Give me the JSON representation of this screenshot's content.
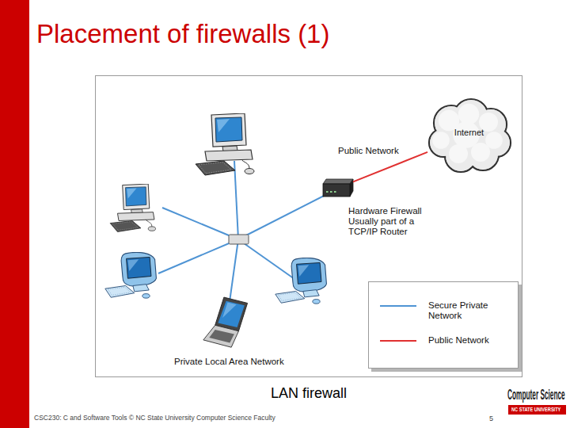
{
  "diagram": {
    "title": "Placement of firewalls (1)",
    "caption": "LAN firewall",
    "nodes": [
      {
        "text": [
          "Internet"
        ]
      },
      {
        "text": [
          "Hardware Firewall Usually part of a TCP/IP Router"
        ]
      }
    ],
    "edges": [
      {
        "from": 0,
        "to": 1,
        "arrow": "none",
        "label": "Public Network"
      }
    ],
    "labels": [
      "Private Local Area Network",
      "CSC230: C and Software Tools © NC State University Computer Science Faculty",
      "5",
      "Computer Science",
      "NC STATE UNIVERSITY"
    ],
    "legend": [
      {
        "text": "Secure Private Network"
      },
      {
        "text": "Public Network"
      }
    ]
  }
}
